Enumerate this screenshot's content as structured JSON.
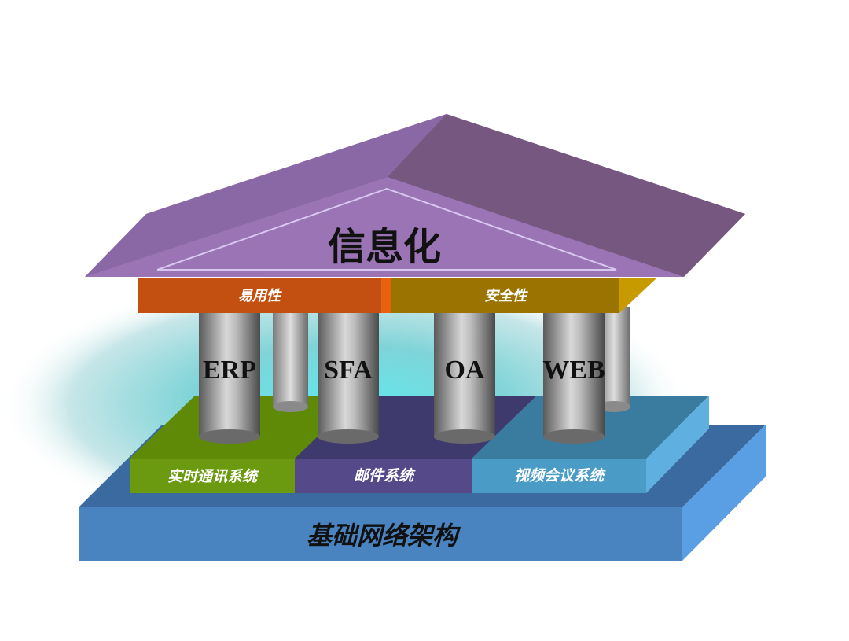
{
  "title": "信息化",
  "beams": [
    {
      "label": "易用性",
      "color": "#c35010"
    },
    {
      "label": "安全性",
      "color": "#9a7300"
    }
  ],
  "pillars": [
    {
      "label": "ERP"
    },
    {
      "label": "SFA"
    },
    {
      "label": "OA"
    },
    {
      "label": "WEB"
    }
  ],
  "systems": [
    {
      "label": "实时通讯系统",
      "color": "#6b9a10"
    },
    {
      "label": "邮件系统",
      "color": "#55498a"
    },
    {
      "label": "视频会议系统",
      "color": "#4a9cc6"
    }
  ],
  "base": {
    "label": "基础网络架构",
    "color": "#4a84c0"
  },
  "roof_color": "#8e63a8"
}
